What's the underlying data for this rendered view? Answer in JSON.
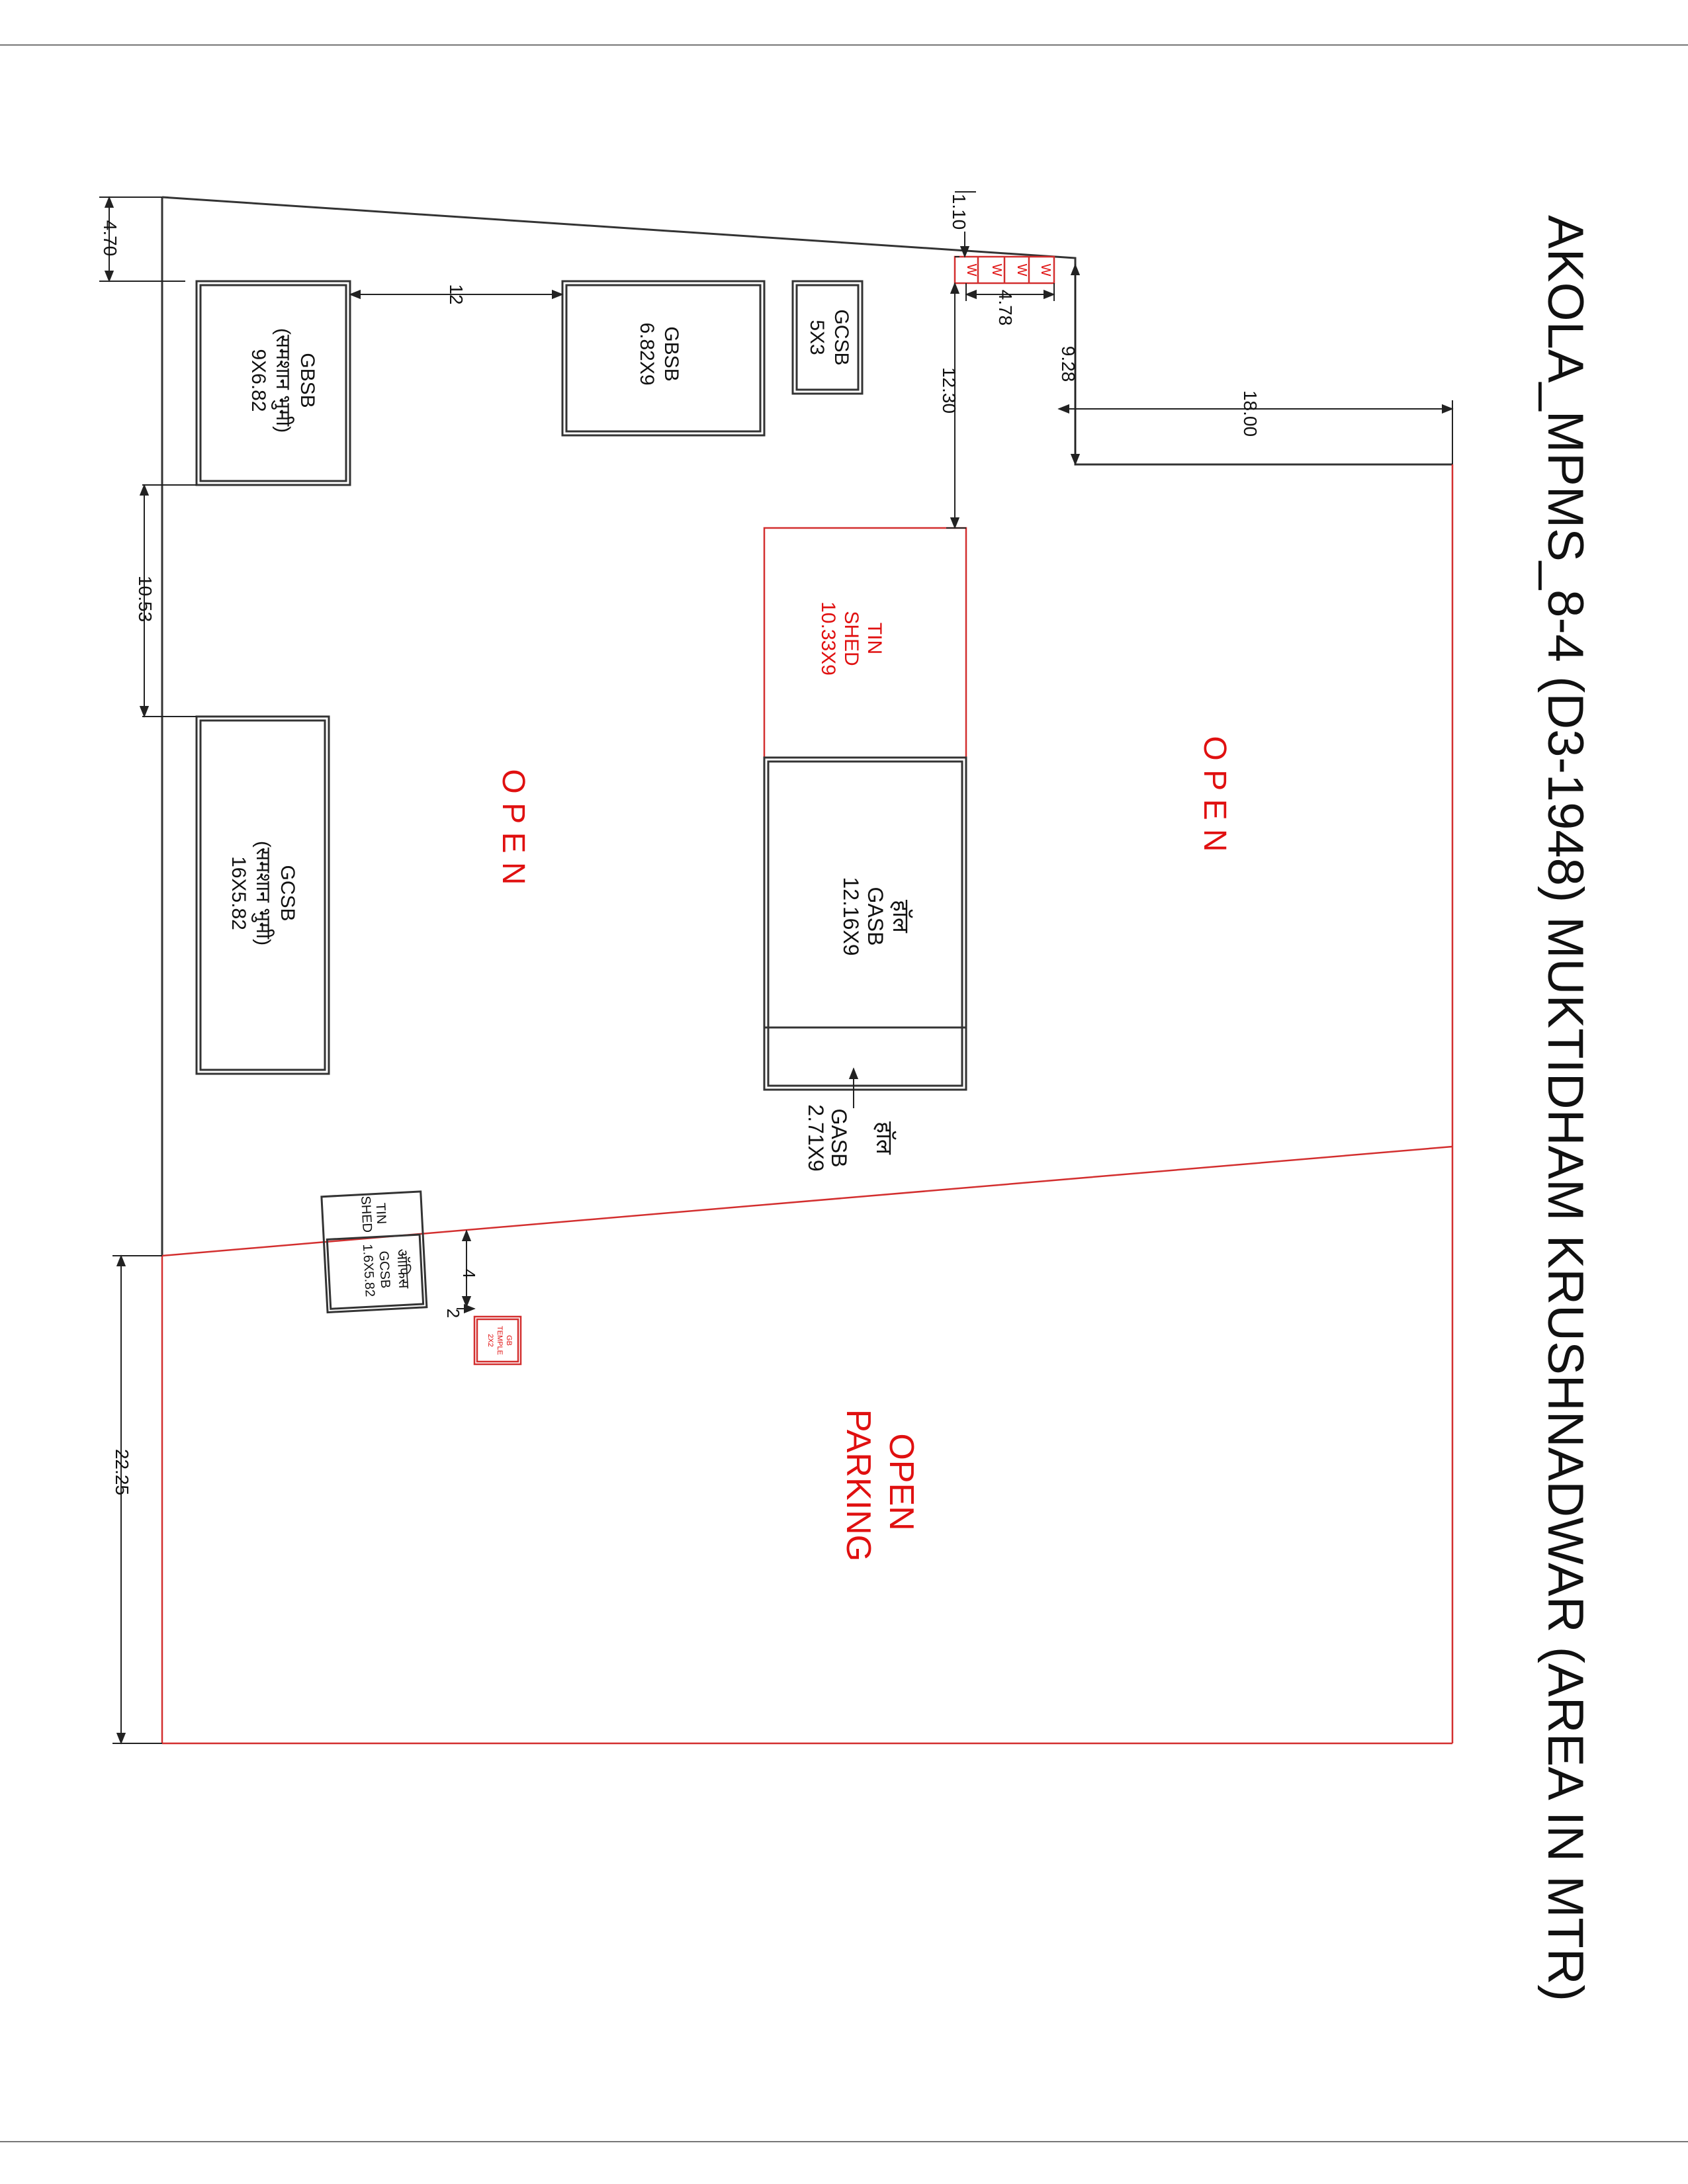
{
  "title": "AKOLA_MPMS_8-4 (D3-1948) MUKTIDHAM KRUSHNADWAR (AREA IN MTR)",
  "buildings": {
    "gbsb_samshan": [
      "GBSB",
      "(समशान भुमी)",
      "9X6.82"
    ],
    "gbsb_main": [
      "GBSB",
      "6.82X9"
    ],
    "gcsb_small": [
      "GCSB",
      "5X3"
    ],
    "tin_shed_large": [
      "TIN",
      "SHED",
      "10.33X9"
    ],
    "hall_gasb": [
      "हॉल",
      "GASB",
      "12.16X9"
    ],
    "hall_gasb_small": [
      "हॉल",
      "GASB",
      "2.71X9"
    ],
    "gcsb_samshan": [
      "GCSB",
      "(समशान भुमी)",
      "16X5.82"
    ],
    "tin_shed_small": [
      "TIN",
      "SHED"
    ],
    "office_gcsb": [
      "ऑफिस",
      "GCSB",
      "1.6X5.82"
    ],
    "gb_temple": [
      "GB",
      "TEMPLE",
      "2X2"
    ]
  },
  "toilets": [
    "W",
    "W",
    "W",
    "W"
  ],
  "zones": {
    "open_left": "O P E N",
    "open_right": "O P E N",
    "open_parking": [
      "OPEN",
      "PARKING"
    ]
  },
  "dimensions": {
    "d_4_70": "4.70",
    "d_12": "12",
    "d_1_10": "1.10",
    "d_4_78": "4.78",
    "d_9_28": "9.28",
    "d_12_30": "12.30",
    "d_18_00": "18.00",
    "d_10_53": "10.53",
    "d_22_25": "22.25",
    "d_4": "4",
    "d_2": "2"
  },
  "colors": {
    "boundary_black": "#333333",
    "boundary_red": "#d32f2f",
    "label_red": "#e01010"
  }
}
